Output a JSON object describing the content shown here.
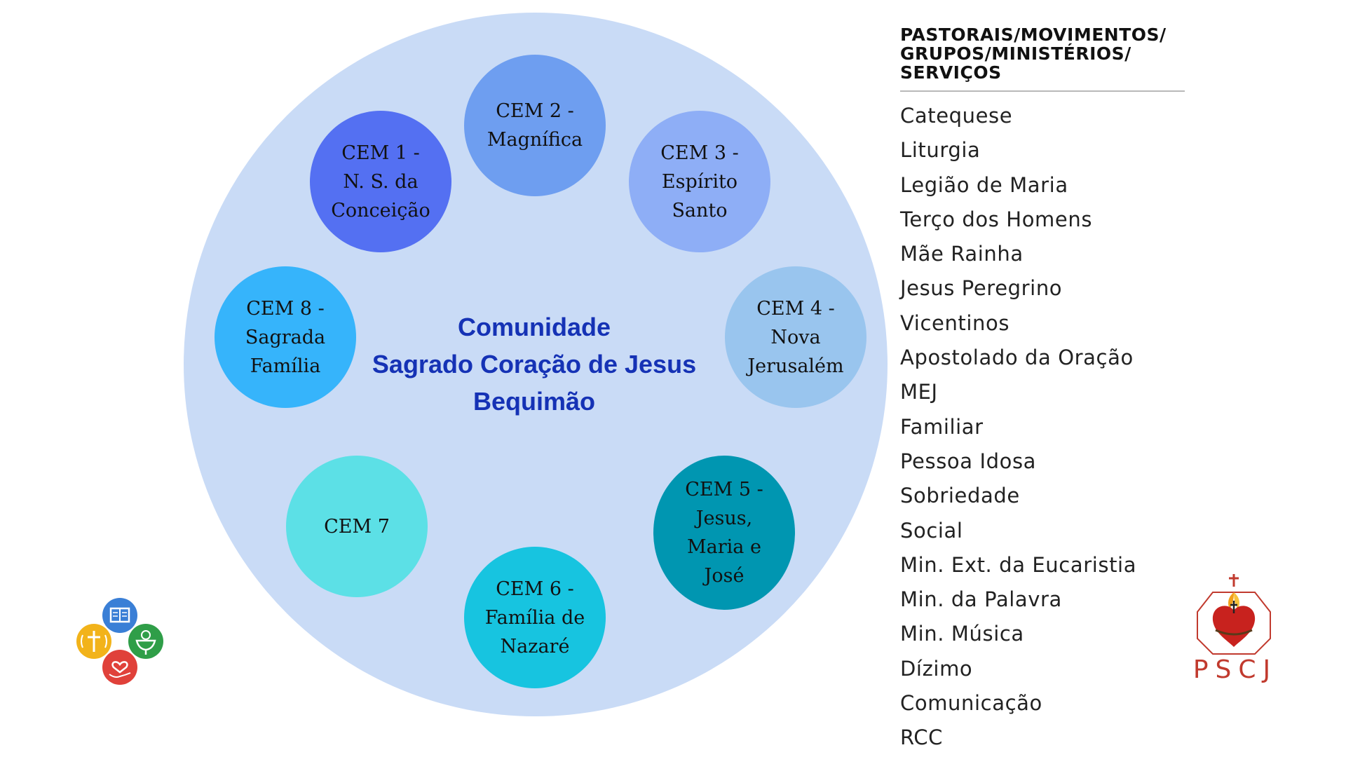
{
  "center": {
    "line1": "Comunidade",
    "line2": "Sagrado Coração de Jesus",
    "line3": "Bequimão"
  },
  "cems": [
    {
      "lines": [
        "CEM 1 -",
        "N. S. da",
        "Conceição"
      ],
      "color": "#5470f2"
    },
    {
      "lines": [
        "CEM 2 -",
        "Magnífica"
      ],
      "color": "#6e9ef0"
    },
    {
      "lines": [
        "CEM 3 -",
        "Espírito",
        "Santo"
      ],
      "color": "#8eaef6"
    },
    {
      "lines": [
        "CEM 4 -",
        "Nova",
        "Jerusalém"
      ],
      "color": "#99c5ee"
    },
    {
      "lines": [
        "CEM 5 -",
        "Jesus,",
        "Maria e",
        "José"
      ],
      "color": "#0096b1"
    },
    {
      "lines": [
        "CEM 6 -",
        "Família de",
        "Nazaré"
      ],
      "color": "#17c4e0"
    },
    {
      "lines": [
        "CEM 7"
      ],
      "color": "#5ce0e6"
    },
    {
      "lines": [
        "CEM 8 -",
        "Sagrada",
        "Família"
      ],
      "color": "#36b4fb"
    }
  ],
  "panel": {
    "title_lines": [
      "PASTORAIS/MOVIMENTOS/",
      "GRUPOS/MINISTÉRIOS/",
      "SERVIÇOS"
    ],
    "items": [
      "Catequese",
      "Liturgia",
      "Legião de Maria",
      "Terço dos Homens",
      "Mãe Rainha",
      "Jesus Peregrino",
      "Vicentinos",
      "Apostolado da Oração",
      "MEJ",
      "Familiar",
      "Pessoa Idosa",
      "Sobriedade",
      "Social",
      "Min. Ext. da Eucaristia",
      "Min. da Palavra",
      "Min. Música",
      "Dízimo",
      "Comunicação",
      "RCC"
    ]
  },
  "logo_right": {
    "text": "PSCJ",
    "icon": "sacred-heart-icon",
    "color": "#c13a2e"
  },
  "logo_left": {
    "icon": "four-petal-pastoral-icon",
    "colors": [
      "#3a7fd6",
      "#f2b31a",
      "#2f9e48",
      "#e0413a"
    ]
  },
  "colors": {
    "big_circle": "#c9dbf6",
    "center_text": "#1532b5"
  }
}
